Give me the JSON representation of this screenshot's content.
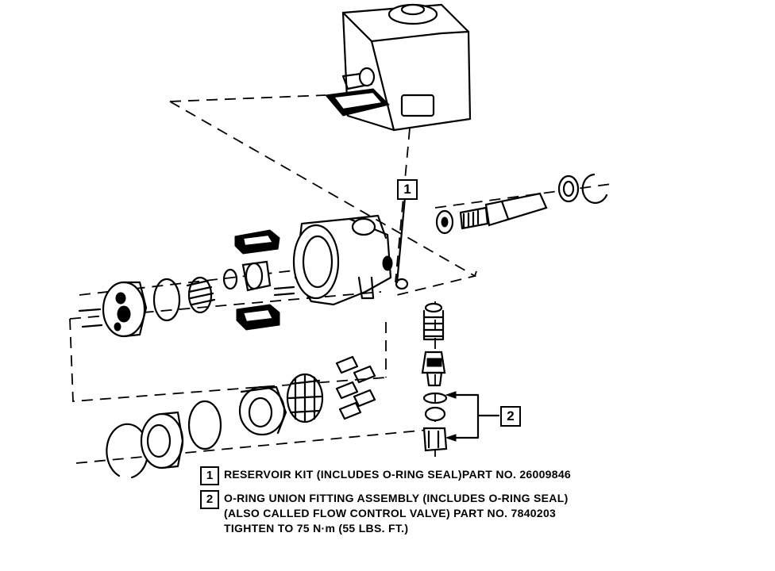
{
  "callouts": [
    "1",
    "2"
  ],
  "legend": {
    "item1": {
      "number": "1",
      "text": "RESERVOIR KIT (INCLUDES O-RING SEAL)PART NO. 26009846"
    },
    "item2": {
      "number": "2",
      "lines": [
        "O-RING UNION FITTING ASSEMBLY (INCLUDES O-RING SEAL)",
        "(ALSO CALLED FLOW CONTROL VALVE) PART NO. 7840203",
        "TIGHTEN TO 75 N·m (55 LBS. FT.)"
      ]
    }
  }
}
